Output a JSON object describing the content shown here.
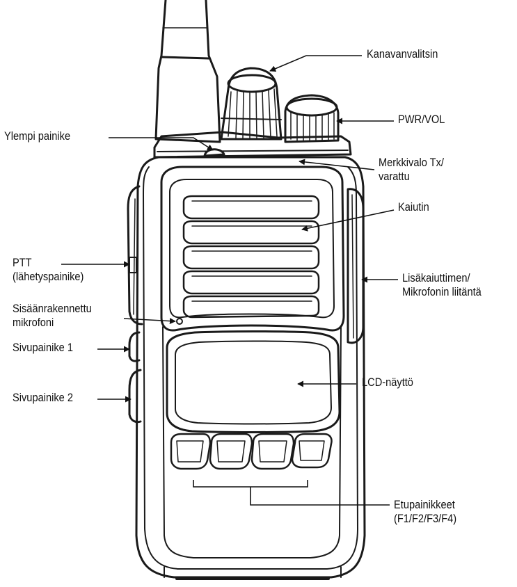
{
  "labels": {
    "channel_selector": "Kanavanvalitsin",
    "pwr_vol": "PWR/VOL",
    "top_button": "Ylempi painike",
    "indicator_light_line1": "Merkkivalo Tx/",
    "indicator_light_line2": "varattu",
    "speaker": "Kaiutin",
    "ptt_line1": "PTT",
    "ptt_line2": "(lähetyspainike)",
    "accessory_jack_line1": "Lisäkaiuttimen/",
    "accessory_jack_line2": "Mikrofonin liitäntä",
    "built_in_mic_line1": "Sisäänrakennettu",
    "built_in_mic_line2": "mikrofoni",
    "side_button_1": "Sivupainike 1",
    "side_button_2": "Sivupainike 2",
    "lcd_display": "LCD-näyttö",
    "front_buttons_line1": "Etupainikkeet",
    "front_buttons_line2": "(F1/F2/F3/F4)"
  },
  "colors": {
    "ink": "#111111",
    "outline": "#1a1a1a",
    "body_fill": "#ffffff"
  }
}
